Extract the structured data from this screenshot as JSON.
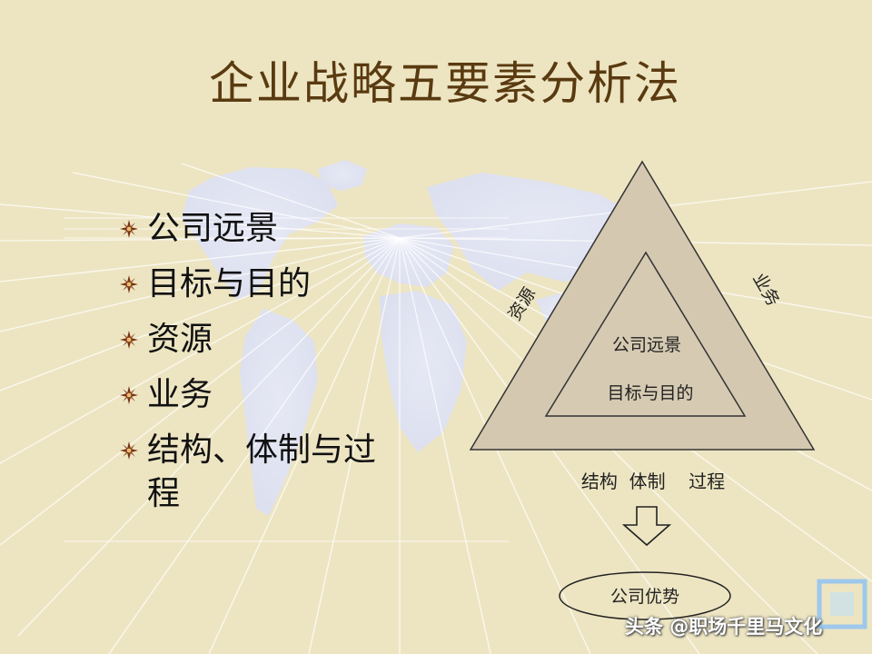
{
  "title": "企业战略五要素分析法",
  "bullets": [
    {
      "text": "公司远景"
    },
    {
      "text": "目标与目的"
    },
    {
      "text": "资源"
    },
    {
      "text": "业务"
    },
    {
      "text": "结构、体制与过程"
    }
  ],
  "diagram": {
    "inner_top": "公司远景",
    "inner_bottom": "目标与目的",
    "left_side": "资源",
    "right_side": "业务",
    "base_label": "结构  体制    过程",
    "result": "公司优势"
  },
  "watermark": "头条 @职场千里马文化",
  "colors": {
    "background": "#ede5c2",
    "title": "#5a3a10",
    "triangle_fill": "#d4c8b0",
    "map": "#dfe3f3",
    "bullet_icon": "#7a3210"
  }
}
